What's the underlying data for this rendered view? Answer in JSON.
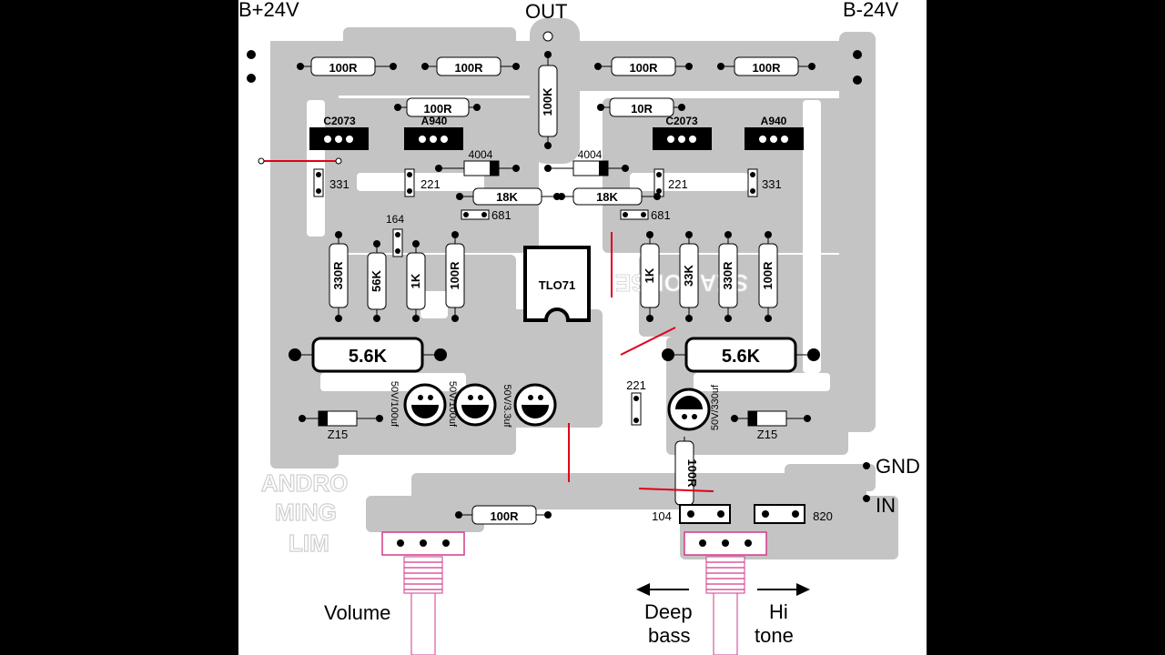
{
  "board": {
    "corner_labels": {
      "b_plus": "B+24V",
      "out": "OUT",
      "b_minus": "B-24V",
      "gnd": "GND",
      "in": "IN"
    },
    "controls": {
      "volume": "Volume",
      "deep": "Deep",
      "bass": "bass",
      "hi": "Hi",
      "tone": "tone"
    },
    "ic": "TLO71",
    "transistors": [
      "C2073",
      "A940",
      "C2073",
      "A940"
    ],
    "resistors_top": [
      "100R",
      "100R",
      "100R",
      "100R"
    ],
    "resistors_row2": [
      "100R",
      "10R"
    ],
    "resistor_100k": "100K",
    "diodes": [
      "4004",
      "4004"
    ],
    "resistors_18k": [
      "18K",
      "18K"
    ],
    "resistors_vertical_left": [
      "330R",
      "56K",
      "1K",
      "100R"
    ],
    "resistors_vertical_right": [
      "1K",
      "33K",
      "330R",
      "100R"
    ],
    "resistors_big": [
      "5.6K",
      "5.6K"
    ],
    "capacitors_small": {
      "c331_left": "331",
      "c221_left": "221",
      "c221_right": "221",
      "c331_right": "331",
      "c681_left": "681",
      "c681_right": "681",
      "c164": "164",
      "c221_mid": "221",
      "c104": "104",
      "c820": "820"
    },
    "zeners": [
      "Z15",
      "Z15"
    ],
    "electrolytics": [
      "50V/100uf",
      "50V/100uf",
      "50V/3.3uf",
      "50V/330uf"
    ],
    "resistor_bottom": "100R",
    "resistor_vertical_bottom": "100R",
    "watermark_right": "SEAHORSE",
    "watermark_left": [
      "ANDRO",
      "MING",
      "LIM"
    ],
    "colors": {
      "trace": "#c4c4c4",
      "wire": "#e0001a",
      "pot": "#d23a8c",
      "ink": "#000000"
    }
  }
}
